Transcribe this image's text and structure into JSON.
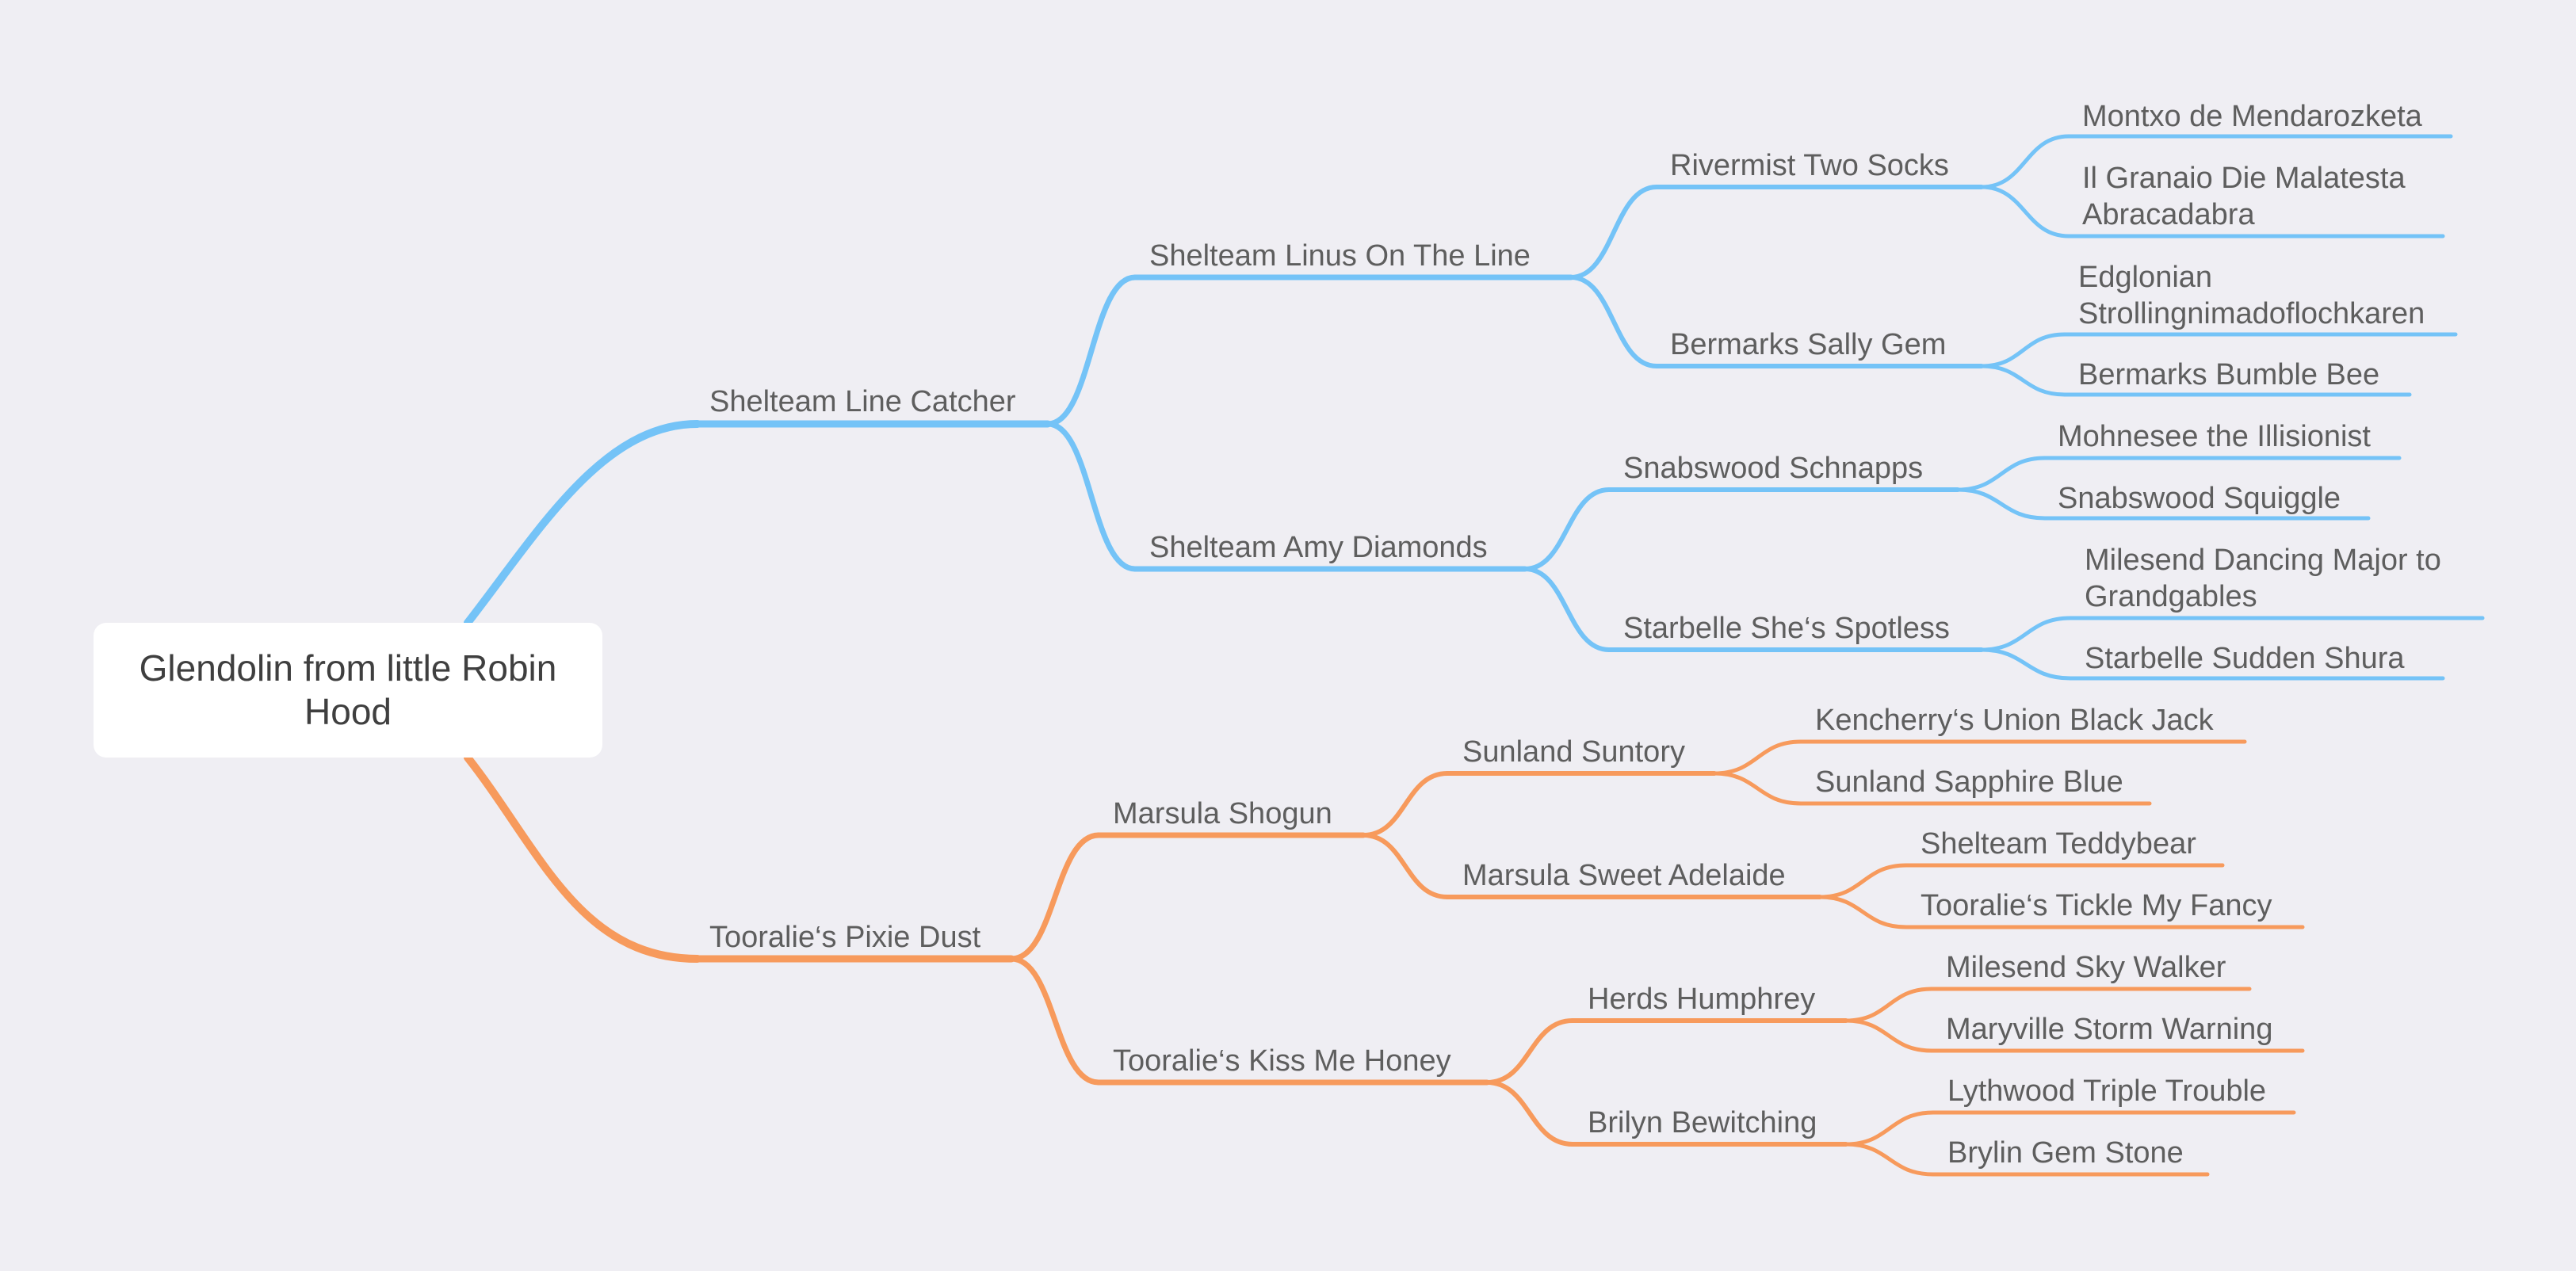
{
  "mindmap": {
    "root": "Glendolin from little Robin Hood",
    "colors": {
      "background": "#efeef3",
      "upper_branch": "#74c3f7",
      "lower_branch": "#f79a5c",
      "text": "#5e5e5e"
    },
    "branches": [
      {
        "label": "Shelteam Line Catcher",
        "color": "#74c3f7",
        "children": [
          {
            "label": "Shelteam Linus On The Line",
            "children": [
              {
                "label": "Rivermist Two Socks",
                "children": [
                  "Montxo de Mendarozketa",
                  "Il Granaio Die Malatesta Abracadabra"
                ]
              },
              {
                "label": "Bermarks Sally Gem",
                "children": [
                  "Edglonian Strollingnimadoflochkaren",
                  "Bermarks Bumble Bee"
                ]
              }
            ]
          },
          {
            "label": "Shelteam Amy Diamonds",
            "children": [
              {
                "label": "Snabswood Schnapps",
                "children": [
                  "Mohnesee the Illisionist",
                  "Snabswood Squiggle"
                ]
              },
              {
                "label": "Starbelle She‘s Spotless",
                "children": [
                  "Milesend Dancing Major to Grandgables",
                  "Starbelle Sudden Shura"
                ]
              }
            ]
          }
        ]
      },
      {
        "label": "Tooralie‘s Pixie Dust",
        "color": "#f79a5c",
        "children": [
          {
            "label": "Marsula Shogun",
            "children": [
              {
                "label": "Sunland Suntory",
                "children": [
                  "Kencherry‘s Union Black Jack",
                  "Sunland Sapphire Blue"
                ]
              },
              {
                "label": "Marsula Sweet Adelaide",
                "children": [
                  "Shelteam Teddybear",
                  "Tooralie‘s Tickle My Fancy"
                ]
              }
            ]
          },
          {
            "label": "Tooralie‘s Kiss Me Honey",
            "children": [
              {
                "label": "Herds Humphrey",
                "children": [
                  "Milesend Sky Walker",
                  "Maryville Storm Warning"
                ]
              },
              {
                "label": "Brilyn Bewitching",
                "children": [
                  "Lythwood Triple Trouble",
                  "Brylin Gem Stone"
                ]
              }
            ]
          }
        ]
      }
    ]
  }
}
